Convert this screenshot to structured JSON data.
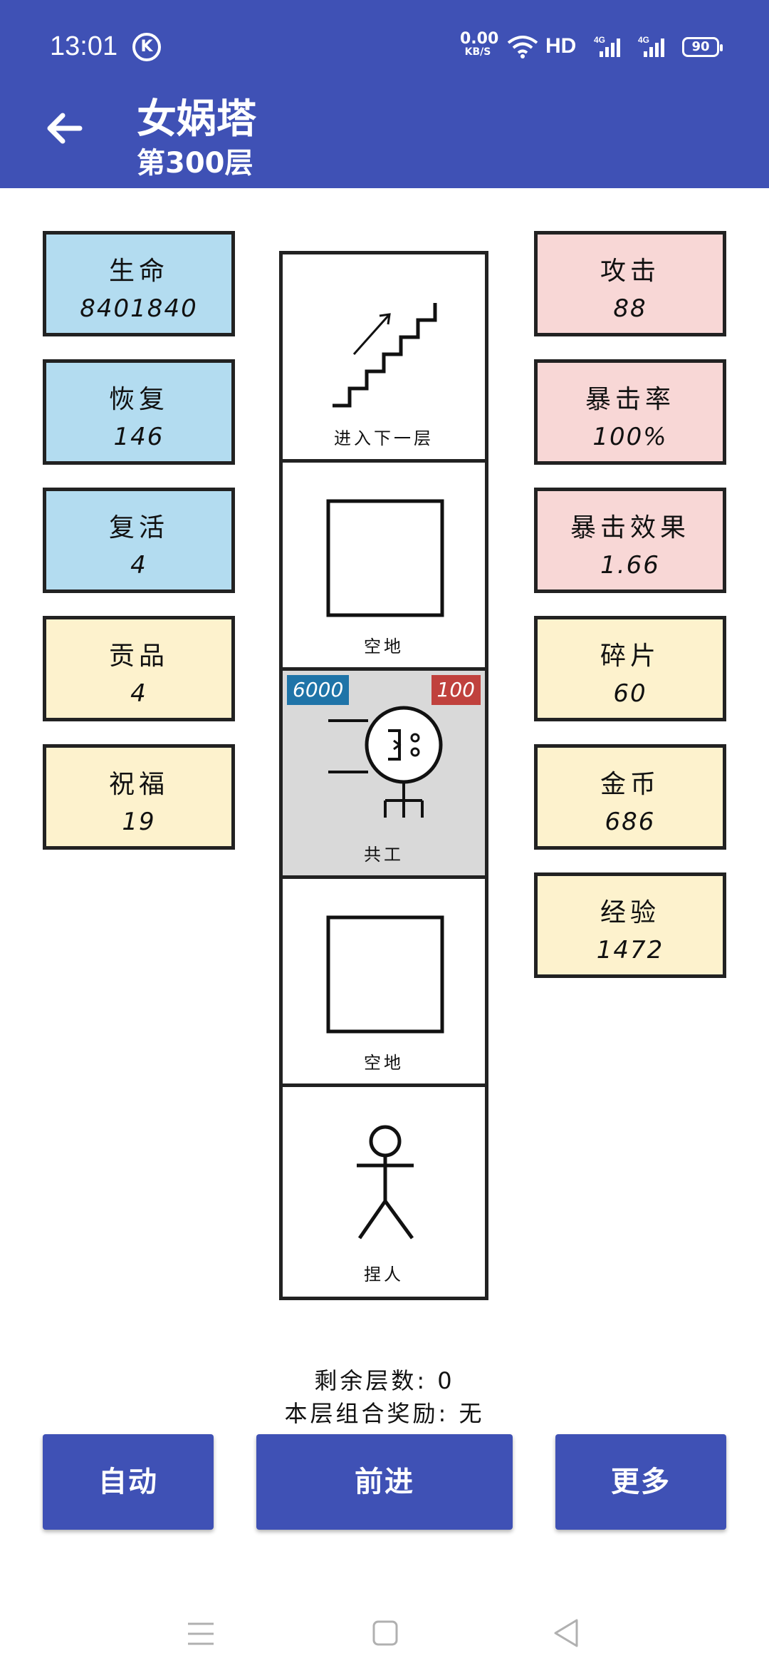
{
  "status": {
    "time": "13:01",
    "k_badge": "K",
    "net_speed_value": "0.00",
    "net_speed_unit": "KB/S",
    "hd_label": "HD",
    "battery": "90"
  },
  "header": {
    "title": "女娲塔",
    "subtitle": "第300层"
  },
  "left_stats": [
    {
      "label": "生命",
      "value": "8401840",
      "color": "#b3dcf0"
    },
    {
      "label": "恢复",
      "value": "146",
      "color": "#b3dcf0"
    },
    {
      "label": "复活",
      "value": "4",
      "color": "#b3dcf0"
    },
    {
      "label": "贡品",
      "value": "4",
      "color": "#fdf2cd"
    },
    {
      "label": "祝福",
      "value": "19",
      "color": "#fdf2cd"
    }
  ],
  "right_stats": [
    {
      "label": "攻击",
      "value": "88",
      "color": "#f8d7d6"
    },
    {
      "label": "暴击率",
      "value": "100%",
      "color": "#f8d7d6"
    },
    {
      "label": "暴击效果",
      "value": "1.66",
      "color": "#f8d7d6"
    },
    {
      "label": "碎片",
      "value": "60",
      "color": "#fdf2cd"
    },
    {
      "label": "金币",
      "value": "686",
      "color": "#fdf2cd"
    },
    {
      "label": "经验",
      "value": "1472",
      "color": "#fdf2cd"
    }
  ],
  "tower": {
    "cells": [
      {
        "caption": "进入下一层",
        "icon": "stairs-icon"
      },
      {
        "caption": "空地",
        "icon": "empty-square-icon"
      },
      {
        "caption": "共工",
        "icon": "monster-icon",
        "hp": "6000",
        "atk": "100"
      },
      {
        "caption": "空地",
        "icon": "empty-square-icon"
      },
      {
        "caption": "捏人",
        "icon": "person-icon"
      }
    ]
  },
  "info": {
    "remaining_floors": "剩余层数: 0",
    "floor_reward": "本层组合奖励: 无"
  },
  "buttons": {
    "auto": "自动",
    "forward": "前进",
    "more": "更多"
  },
  "colors": {
    "primary": "#3f51b5",
    "hp_badge": "#1f74a8",
    "atk_badge": "#c0413d",
    "enemy_cell": "#d9d9d9"
  }
}
